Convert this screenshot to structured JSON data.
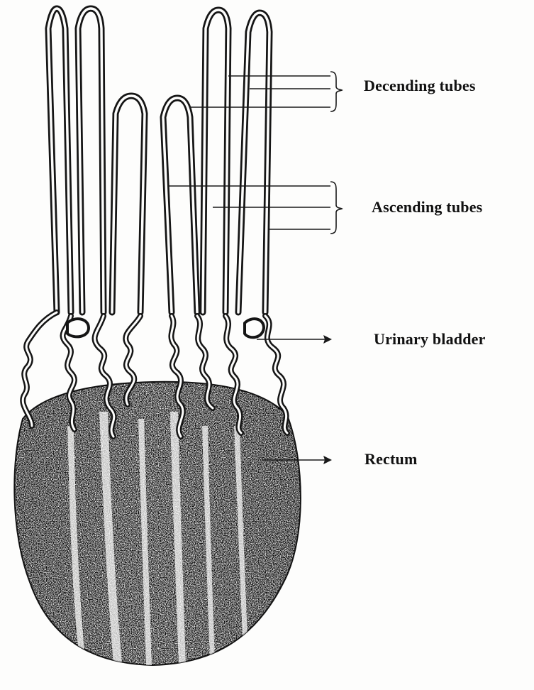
{
  "labels": {
    "descending": "Decending tubes",
    "ascending": "Ascending tubes",
    "bladder": "Urinary bladder",
    "rectum": "Rectum"
  },
  "colors": {
    "ink": "#111111",
    "paper": "#fdfdfc"
  }
}
